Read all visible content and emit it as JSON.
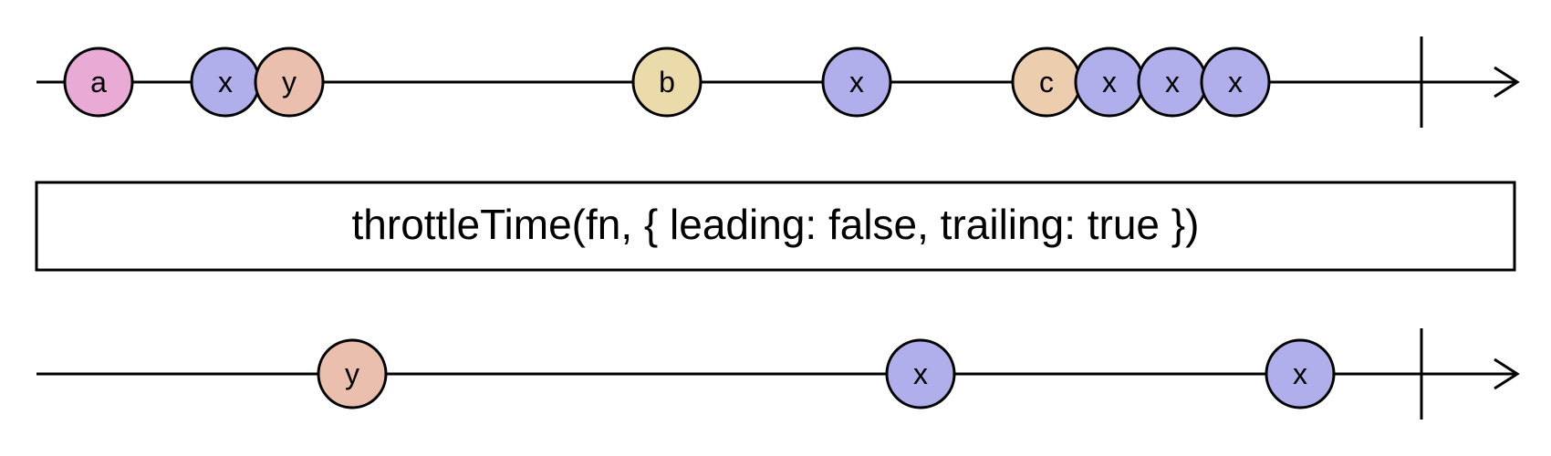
{
  "colors": {
    "a": "#eaaad6",
    "b": "#ebdbab",
    "c": "#ecceae",
    "x": "#b0aeeb",
    "y": "#ebbfad",
    "stroke": "#000000",
    "background": "#ffffff"
  },
  "operator": {
    "label": "throttleTime(fn, { leading: false, trailing: true })"
  },
  "input_stream": {
    "events": [
      {
        "label": "a",
        "color_key": "a"
      },
      {
        "label": "x",
        "color_key": "x"
      },
      {
        "label": "y",
        "color_key": "y"
      },
      {
        "label": "b",
        "color_key": "b"
      },
      {
        "label": "x",
        "color_key": "x"
      },
      {
        "label": "c",
        "color_key": "c"
      },
      {
        "label": "x",
        "color_key": "x"
      },
      {
        "label": "x",
        "color_key": "x"
      },
      {
        "label": "x",
        "color_key": "x"
      }
    ],
    "completed": true
  },
  "output_stream": {
    "events": [
      {
        "label": "y",
        "color_key": "y"
      },
      {
        "label": "x",
        "color_key": "x"
      },
      {
        "label": "x",
        "color_key": "x"
      }
    ],
    "completed": true
  }
}
